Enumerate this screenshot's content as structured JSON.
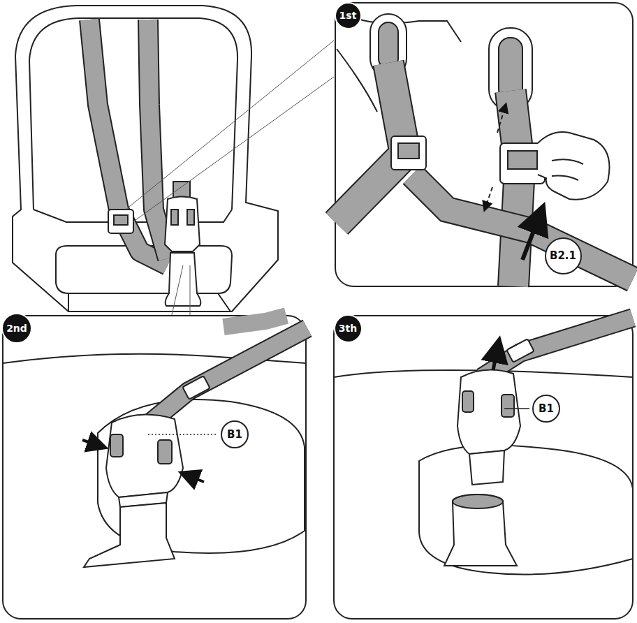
{
  "diagram": {
    "nodes": [
      {
        "text": [
          "1st"
        ]
      },
      {
        "text": [
          "B2.1"
        ]
      },
      {
        "text": [
          "2nd"
        ]
      },
      {
        "text": [
          "B1"
        ]
      },
      {
        "text": [
          "3th"
        ]
      },
      {
        "text": [
          "B1"
        ]
      }
    ]
  }
}
